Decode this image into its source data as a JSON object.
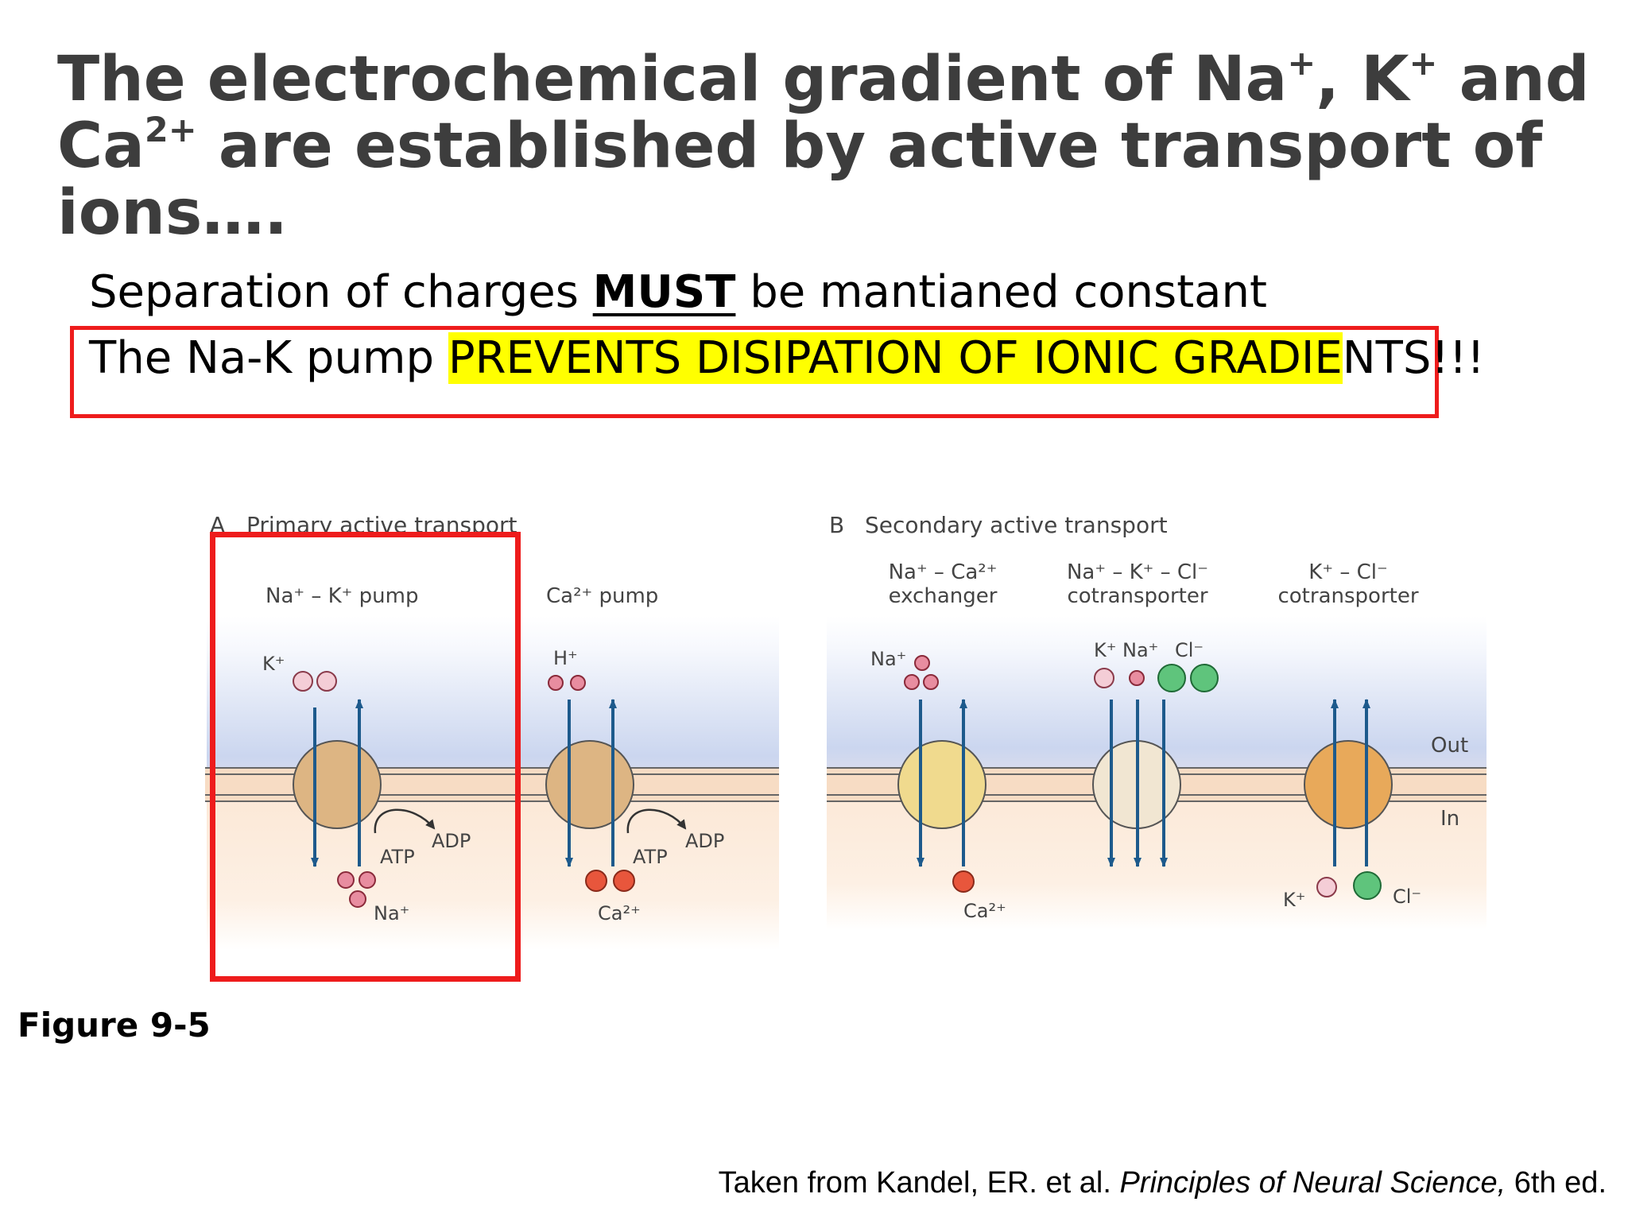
{
  "slide": {
    "title": {
      "seg1": "The electrochemical gradient of Na",
      "sup1": "+",
      "seg2": ", K",
      "sup2": "+",
      "seg3": " and Ca",
      "sup3": "2+",
      "seg4": " are established by active transport of ions…."
    },
    "line1": {
      "before": "Separation of charges ",
      "emphasis": "MUST",
      "after": " be mantianed constant"
    },
    "line2": {
      "before": "The Na-K pump ",
      "highlight": "PREVENTS DISIPATION OF IONIC GRADIE",
      "after": "NTS!!!"
    },
    "figure_label": "Figure 9-5",
    "citation": {
      "before": "Taken from Kandel, ER. et al. ",
      "book": "Principles of Neural Science,",
      "after": " 6th ed."
    },
    "highlight_color": "#ffff00",
    "box_color": "#ee1c1c"
  },
  "diagram": {
    "panel_a": {
      "letter": "A",
      "title": "Primary active transport",
      "nak_pump": {
        "label": "Na⁺ – K⁺ pump",
        "top_ion": "K⁺",
        "bottom_ion": "Na⁺",
        "atp": "ATP",
        "adp": "ADP"
      },
      "ca_pump": {
        "label": "Ca²⁺ pump",
        "top_ion": "H⁺",
        "bottom_ion": "Ca²⁺",
        "atp": "ATP",
        "adp": "ADP"
      }
    },
    "panel_b": {
      "letter": "B",
      "title": "Secondary active transport",
      "exchanger": {
        "label1": "Na⁺ – Ca²⁺",
        "label2": "exchanger",
        "top_ion": "Na⁺",
        "bottom_ion": "Ca²⁺"
      },
      "nkcc": {
        "label1": "Na⁺ – K⁺ – Cl⁻",
        "label2": "cotransporter",
        "ion_k": "K⁺",
        "ion_na": "Na⁺",
        "ion_cl": "Cl⁻"
      },
      "kcc": {
        "label1": "K⁺ – Cl⁻",
        "label2": "cotransporter",
        "ion_k": "K⁺",
        "ion_cl": "Cl⁻"
      },
      "out_label": "Out",
      "in_label": "In"
    },
    "colors": {
      "k_ion": "#f4cdd6",
      "na_ion": "#e88da0",
      "ca_ion": "#e8563c",
      "cl_ion": "#5fc47c",
      "arrow": "#1d5a8c",
      "membrane": "#f7dcc4",
      "nak_pump": "#ddb583",
      "exchanger": "#f0da8e",
      "nkcc": "#f1e6d2",
      "kcc": "#e8a95a"
    }
  }
}
